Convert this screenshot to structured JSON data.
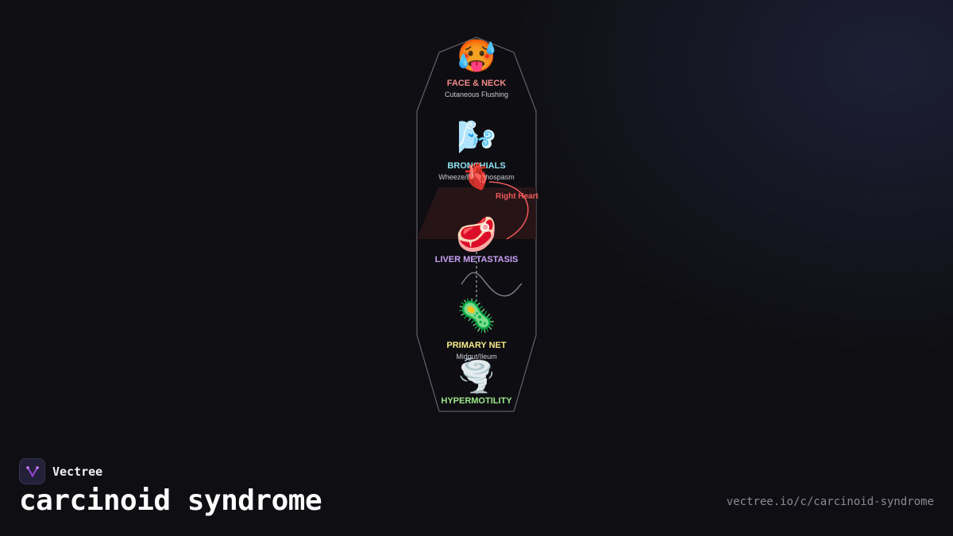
{
  "colors": {
    "background": "#0f0f13",
    "outline": "#5b5b63",
    "face": "#f08a8a",
    "bronchials": "#8fe3f0",
    "liver": "#c9a0f5",
    "primary": "#f6ea8a",
    "hypermotility": "#9be88a",
    "right_heart": "#f05a5a"
  },
  "nodes": [
    {
      "id": "face",
      "icon": "hot-face-emoji",
      "glyph": "🥵",
      "title": "FACE & NECK",
      "subtitle": "Cutaneous Flushing"
    },
    {
      "id": "bronchials",
      "icon": "wind-face-emoji",
      "glyph": "🌬️",
      "title": "BRONCHIALS",
      "subtitle": "Wheeze/Bronchospasm"
    },
    {
      "id": "liver",
      "icon": "meat-on-bone-emoji",
      "glyph": "🥩",
      "title": "LIVER METASTASIS",
      "subtitle": ""
    },
    {
      "id": "primary",
      "icon": "microbe-emoji",
      "glyph": "🦠",
      "title": "PRIMARY NET",
      "subtitle": "Midgut/Ileum"
    },
    {
      "id": "hypermotility",
      "icon": "tornado-emoji",
      "glyph": "🌪️",
      "title": "HYPERMOTILITY",
      "subtitle": ""
    }
  ],
  "heart": {
    "icon": "anatomical-heart-emoji",
    "glyph": "🫀",
    "label": "Right Heart"
  },
  "brand": {
    "name": "Vectree"
  },
  "page": {
    "title": "carcinoid syndrome",
    "url": "vectree.io/c/carcinoid-syndrome"
  }
}
